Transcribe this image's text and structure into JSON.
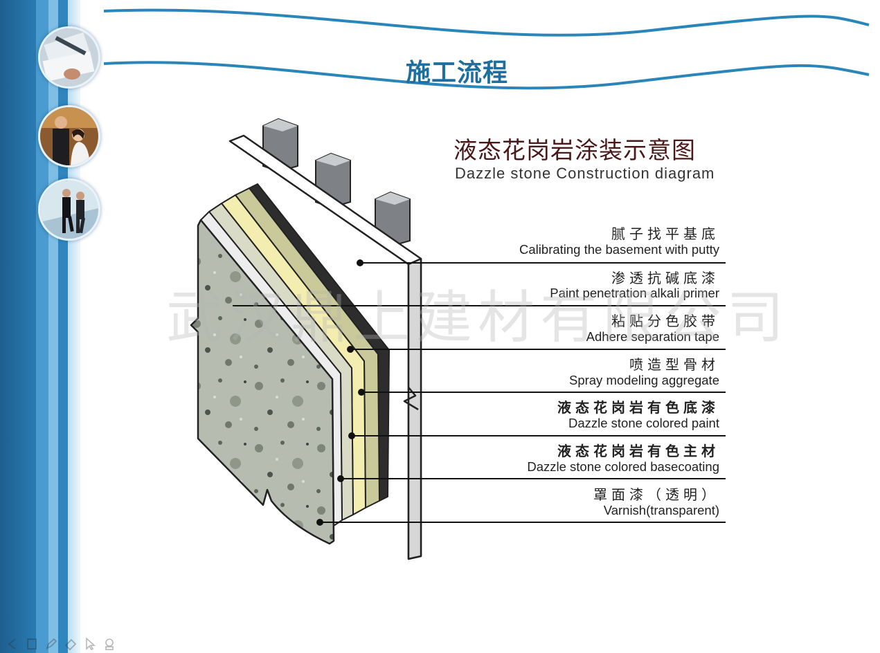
{
  "slide": {
    "title": "施工流程",
    "watermark": "武汉鼎上建材有限公司"
  },
  "diagram": {
    "title": "液态花岗岩涂装示意图",
    "subtitle": "Dazzle stone Construction diagram",
    "layers": [
      {
        "cn": "腻子找平基底",
        "en": "Calibrating the basement with putty",
        "bold": false
      },
      {
        "cn": "渗透抗碱底漆",
        "en": "Paint penetration alkali primer",
        "bold": false
      },
      {
        "cn": "粘贴分色胶带",
        "en": "Adhere separation tape",
        "bold": false
      },
      {
        "cn": "喷造型骨材",
        "en": "Spray modeling aggregate",
        "bold": false
      },
      {
        "cn": "液态花岗岩有色底漆",
        "en": "Dazzle stone colored paint",
        "bold": true
      },
      {
        "cn": "液态花岗岩有色主材",
        "en": "Dazzle stone colored basecoating",
        "bold": true
      },
      {
        "cn": "罩面漆（透明）",
        "en": "Varnish(transparent)",
        "bold": false
      }
    ]
  },
  "colors": {
    "title_blue": "#1f6f9e",
    "wave_blue": "#2a86b8",
    "sidebar_dark": "#1f6ea3",
    "sidebar_light": "#9fd0ee",
    "diagram_title": "#4a1818",
    "stone": "#b6bdb0",
    "layer_yellow": "#f3eeb0",
    "layer_olive": "#c9c99a",
    "layer_dark": "#333333"
  },
  "icons": {
    "thumb_1": "pen-and-documents-photo",
    "thumb_2": "business-people-photo",
    "thumb_3": "walking-businessmen-photo",
    "toolbar": [
      "arrow-left-icon",
      "page-icon",
      "pen-icon",
      "eraser-icon",
      "pointer-icon",
      "menu-icon"
    ]
  }
}
